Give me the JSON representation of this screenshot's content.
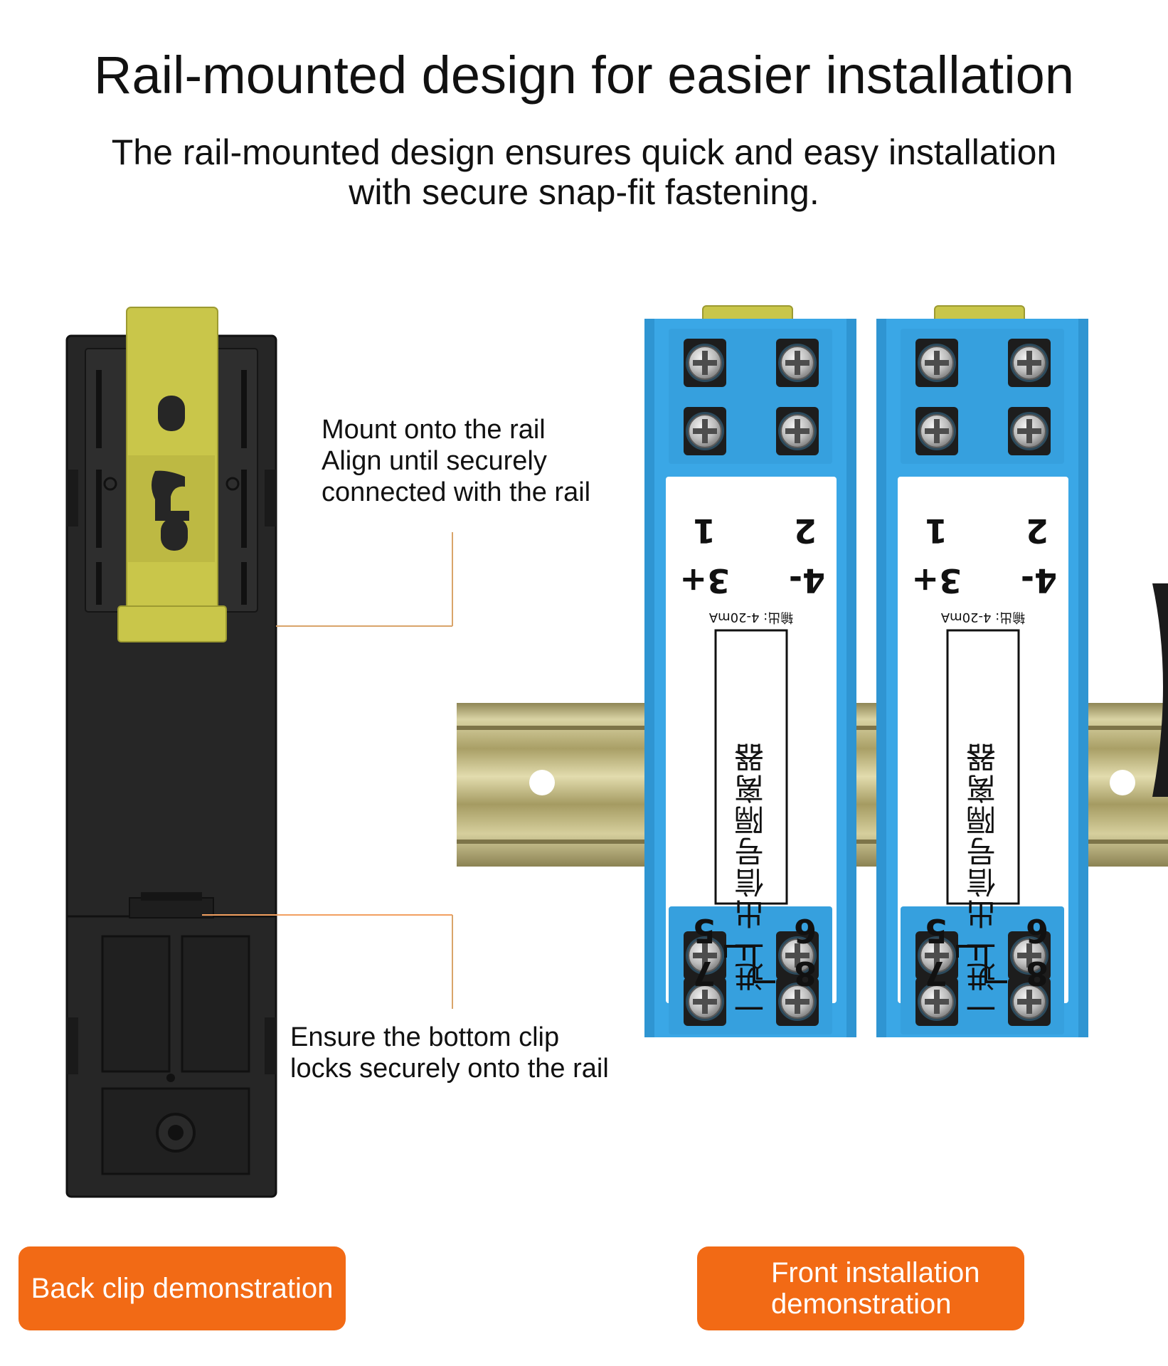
{
  "header": {
    "title": "Rail-mounted design for easier installation",
    "subtitle_line1": "The rail-mounted design ensures quick and easy installation",
    "subtitle_line2": "with secure snap-fit fastening."
  },
  "callouts": {
    "top": [
      "Mount onto the rail",
      "Align until securely",
      "connected with the rail"
    ],
    "bottom": [
      "Ensure the bottom clip",
      "locks securely onto the rail"
    ]
  },
  "buttons": {
    "back": "Back clip demonstration",
    "front_line1": "Front installation",
    "front_line2": "demonstration"
  },
  "module_label": {
    "terminals_top": [
      "8",
      "7",
      "6",
      "5"
    ],
    "terminals_bottom": [
      "4-",
      "3+",
      "2",
      "1"
    ],
    "output_spec": "输出: 4-20mA",
    "product_name": "一进一出信号隔离器"
  },
  "colors": {
    "accent": "#f26a15",
    "module_body": "#3aa7e6",
    "clip": "#c9c64a",
    "back_body": "#262626",
    "rail": "#b9ad6e"
  }
}
